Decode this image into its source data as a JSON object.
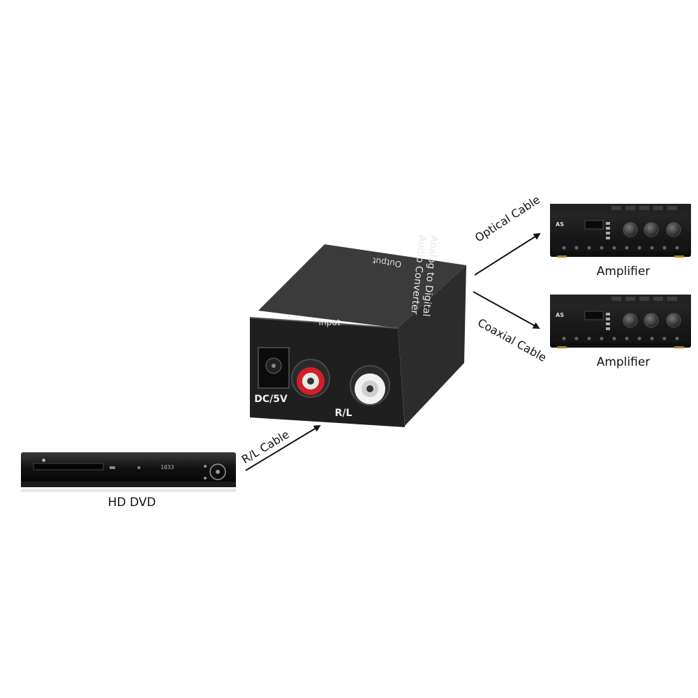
{
  "converter": {
    "top_label": "Analog to Digital\nAudio Converter",
    "output_label": "Output",
    "input_label": "Input",
    "dc_label": "DC/5V",
    "rl_label": "R/L"
  },
  "cables": {
    "rl": "R/L Cable",
    "optical": "Optical Cable",
    "coaxial": "Coaxial Cable"
  },
  "devices": {
    "dvd": "HD DVD",
    "amp1": "Amplifier",
    "amp2": "Amplifier"
  },
  "dvd_display": "1033",
  "amp_brand": "AS",
  "colors": {
    "device_body": "#2a2a2a",
    "device_dark": "#141414",
    "rca_red": "#d0202a",
    "rca_white": "#f2f2f2",
    "arrow": "#111111"
  }
}
